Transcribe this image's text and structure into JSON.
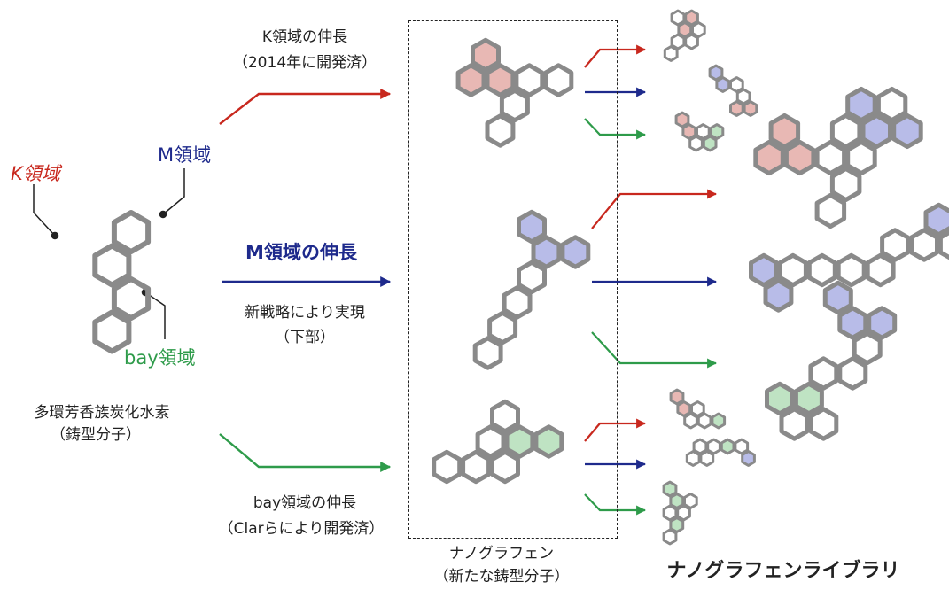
{
  "colors": {
    "k_region": "#c8281e",
    "m_region": "#1e2a8c",
    "bay_region": "#2e9b4a",
    "ring_stroke": "#8a8a8a",
    "k_fill": "#e8b8b4",
    "m_fill": "#b8bce8",
    "bay_fill": "#bfe3c3"
  },
  "template": {
    "label_k": "K領域",
    "label_m": "M領域",
    "label_bay": "bay領域",
    "caption_line1": "多環芳香族炭化水素",
    "caption_line2": "（鋳型分子）"
  },
  "routes": {
    "k": {
      "title": "K領域の伸長",
      "note": "（2014年に開発済）"
    },
    "m": {
      "title": "M領域の伸長",
      "note_line1": "新戦略により実現",
      "note_line2": "（下部）"
    },
    "bay": {
      "title": "bay領域の伸長",
      "note": "（Clarらにより開発済）"
    }
  },
  "nanographene": {
    "line1": "ナノグラフェン",
    "line2": "（新たな鋳型分子）"
  },
  "library": {
    "title": "ナノグラフェンライブラリ"
  },
  "icons": {
    "arrows": "arrow-right-icon",
    "molecules": "hexagon-ring-molecule-icon"
  }
}
